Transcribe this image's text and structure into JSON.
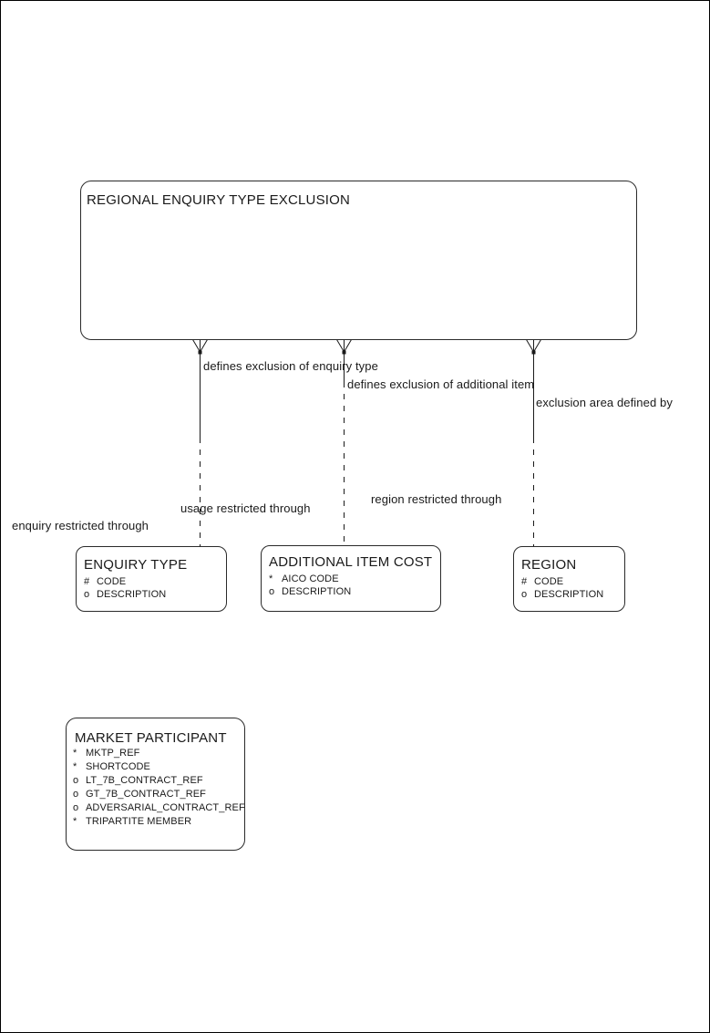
{
  "diagram": {
    "type": "entity-relationship-diagram",
    "background_color": "#ffffff",
    "line_color": "#1a1a1a",
    "text_color": "#1a1a1a"
  },
  "entities": [
    {
      "name": "REGIONAL ENQUIRY TYPE EXCLUSION",
      "attributes": []
    },
    {
      "name": "ENQUIRY TYPE",
      "attributes": [
        {
          "marker": "#",
          "name": "CODE"
        },
        {
          "marker": "o",
          "name": "DESCRIPTION"
        }
      ]
    },
    {
      "name": "ADDITIONAL ITEM COST",
      "attributes": [
        {
          "marker": "*",
          "name": "AICO CODE"
        },
        {
          "marker": "o",
          "name": "DESCRIPTION"
        }
      ]
    },
    {
      "name": "REGION",
      "attributes": [
        {
          "marker": "#",
          "name": "CODE"
        },
        {
          "marker": "o",
          "name": "DESCRIPTION"
        }
      ]
    },
    {
      "name": "MARKET PARTICIPANT",
      "attributes": [
        {
          "marker": "*",
          "name": "MKTP_REF"
        },
        {
          "marker": "*",
          "name": "SHORTCODE"
        },
        {
          "marker": "o",
          "name": "LT_7B_CONTRACT_REF"
        },
        {
          "marker": "o",
          "name": "GT_7B_CONTRACT_REF"
        },
        {
          "marker": "o",
          "name": "ADVERSARIAL_CONTRACT_REF"
        },
        {
          "marker": "*",
          "name": "TRIPARTITE MEMBER"
        }
      ]
    }
  ],
  "relationships": [
    {
      "parent": "REGIONAL ENQUIRY TYPE EXCLUSION",
      "child": "ENQUIRY TYPE",
      "from_label": "defines exclusion of enquiry type",
      "to_label": "enquiry restricted through",
      "parent_end": "many (crow's foot, solid)",
      "child_end": "one (optional, dashed)"
    },
    {
      "parent": "REGIONAL ENQUIRY TYPE EXCLUSION",
      "child": "ADDITIONAL ITEM COST",
      "from_label": "defines exclusion of additional item",
      "to_label": "usage restricted through",
      "parent_end": "many (crow's foot, solid)",
      "child_end": "one (optional, dashed)"
    },
    {
      "parent": "REGIONAL ENQUIRY TYPE EXCLUSION",
      "child": "REGION",
      "from_label": "exclusion area defined by",
      "to_label": "region restricted through",
      "parent_end": "many (crow's foot, solid)",
      "child_end": "one (optional, dashed)"
    }
  ]
}
